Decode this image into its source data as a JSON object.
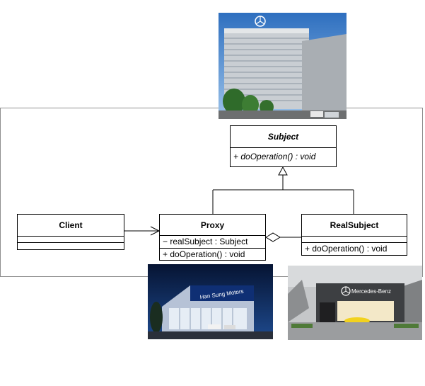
{
  "diagram": {
    "classes": {
      "subject": {
        "name": "Subject",
        "methods": [
          "+ doOperation() : void"
        ]
      },
      "client": {
        "name": "Client"
      },
      "proxy": {
        "name": "Proxy",
        "attributes": [
          "− realSubject : Subject"
        ],
        "methods": [
          "+ doOperation() : void"
        ]
      },
      "real_subject": {
        "name": "RealSubject",
        "methods": [
          "+ doOperation() : void"
        ]
      }
    },
    "relations": [
      {
        "from": "Proxy",
        "to": "Subject",
        "kind": "generalization"
      },
      {
        "from": "RealSubject",
        "to": "Subject",
        "kind": "generalization"
      },
      {
        "from": "Client",
        "to": "Proxy",
        "kind": "association"
      },
      {
        "from": "Proxy",
        "to": "RealSubject",
        "kind": "aggregation"
      }
    ]
  },
  "photos": {
    "headquarters": {
      "icon": "mercedes-star-icon"
    },
    "dealership_night": {
      "sign": "Han Sung Motors"
    },
    "showroom": {
      "sign": "Mercedes-Benz"
    }
  }
}
